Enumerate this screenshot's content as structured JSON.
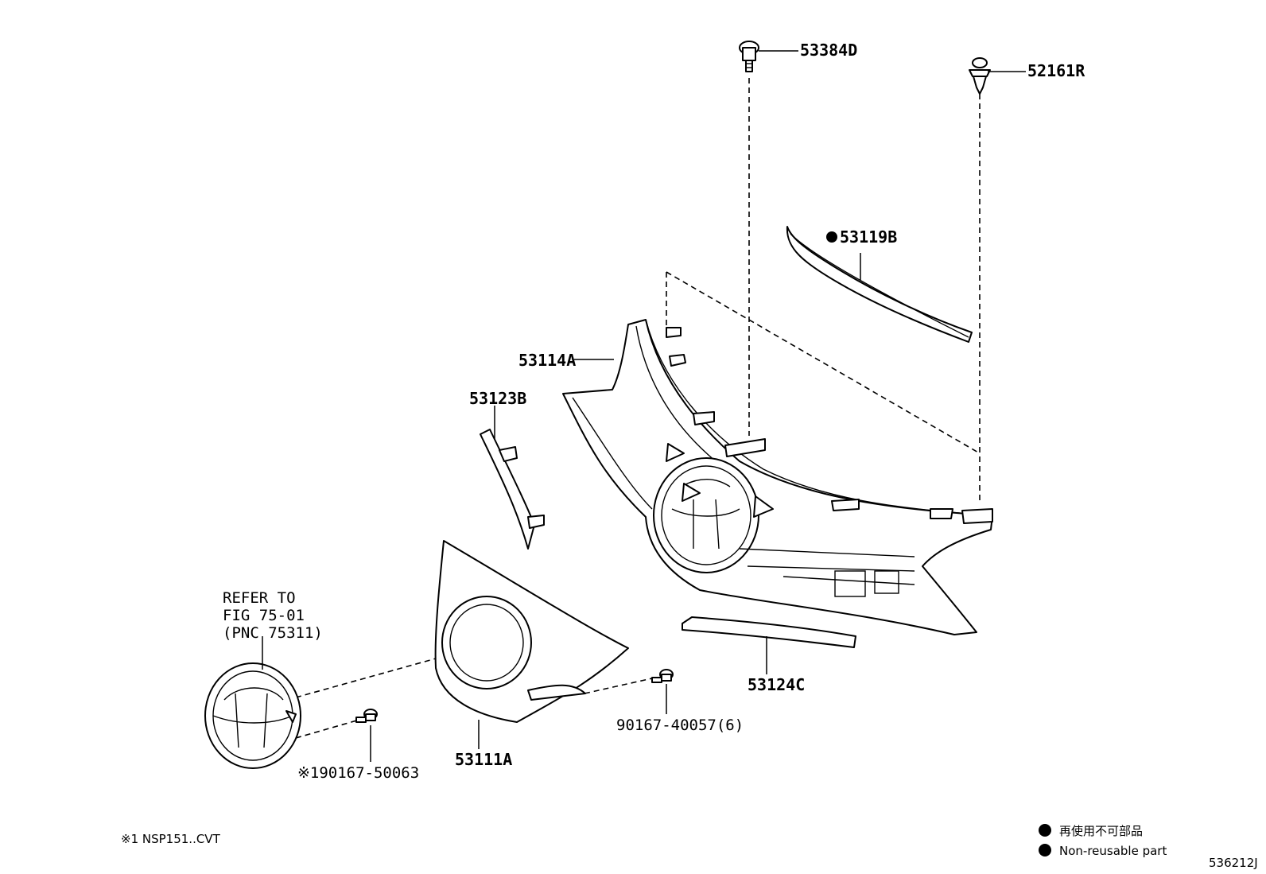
{
  "parts": {
    "clip_top": "53384D",
    "clip_right": "52161R",
    "molding_upper": "53119B",
    "grille_main": "53114A",
    "side_trim": "53123B",
    "grille_lower": "53111A",
    "lower_molding": "53124C",
    "screw_right": "90167-40057(6)",
    "screw_left": "90167-50063",
    "screw_left_prefix": "※1"
  },
  "reference": {
    "line1": "REFER TO",
    "line2": "FIG 75-01",
    "line3": "(PNC 75311)"
  },
  "notes": {
    "footnote": "※1 NSP151..CVT",
    "legend_jp": "再使用不可部品",
    "legend_en": "Non-reusable part",
    "figure_id": "536212J"
  }
}
